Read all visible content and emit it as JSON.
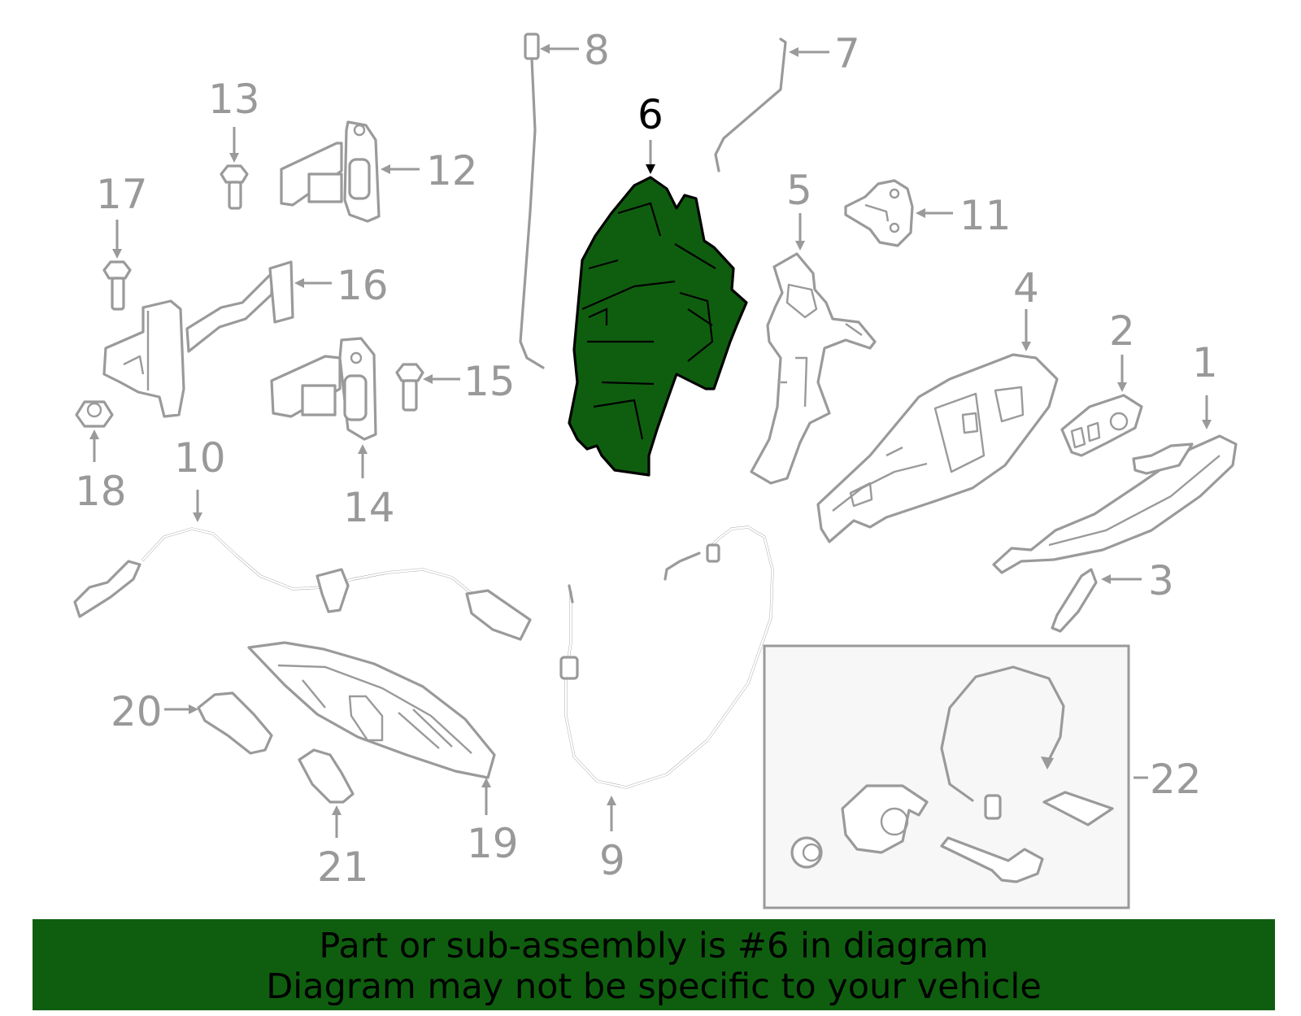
{
  "callouts": {
    "c1": "1",
    "c2": "2",
    "c3": "3",
    "c4": "4",
    "c5": "5",
    "c6": "6",
    "c7": "7",
    "c8": "8",
    "c9": "9",
    "c10": "10",
    "c11": "11",
    "c12": "12",
    "c13": "13",
    "c14": "14",
    "c15": "15",
    "c16": "16",
    "c17": "17",
    "c18": "18",
    "c19": "19",
    "c20": "20",
    "c21": "21",
    "c22": "22"
  },
  "highlighted_part": "6",
  "colors": {
    "highlight": "#0f5e0f",
    "parts": "#9a9a9a",
    "banner": "#0f5e0f"
  },
  "banner": {
    "line1": "Part or sub-assembly is #6 in diagram",
    "line2": "Diagram may not be specific to your vehicle"
  }
}
